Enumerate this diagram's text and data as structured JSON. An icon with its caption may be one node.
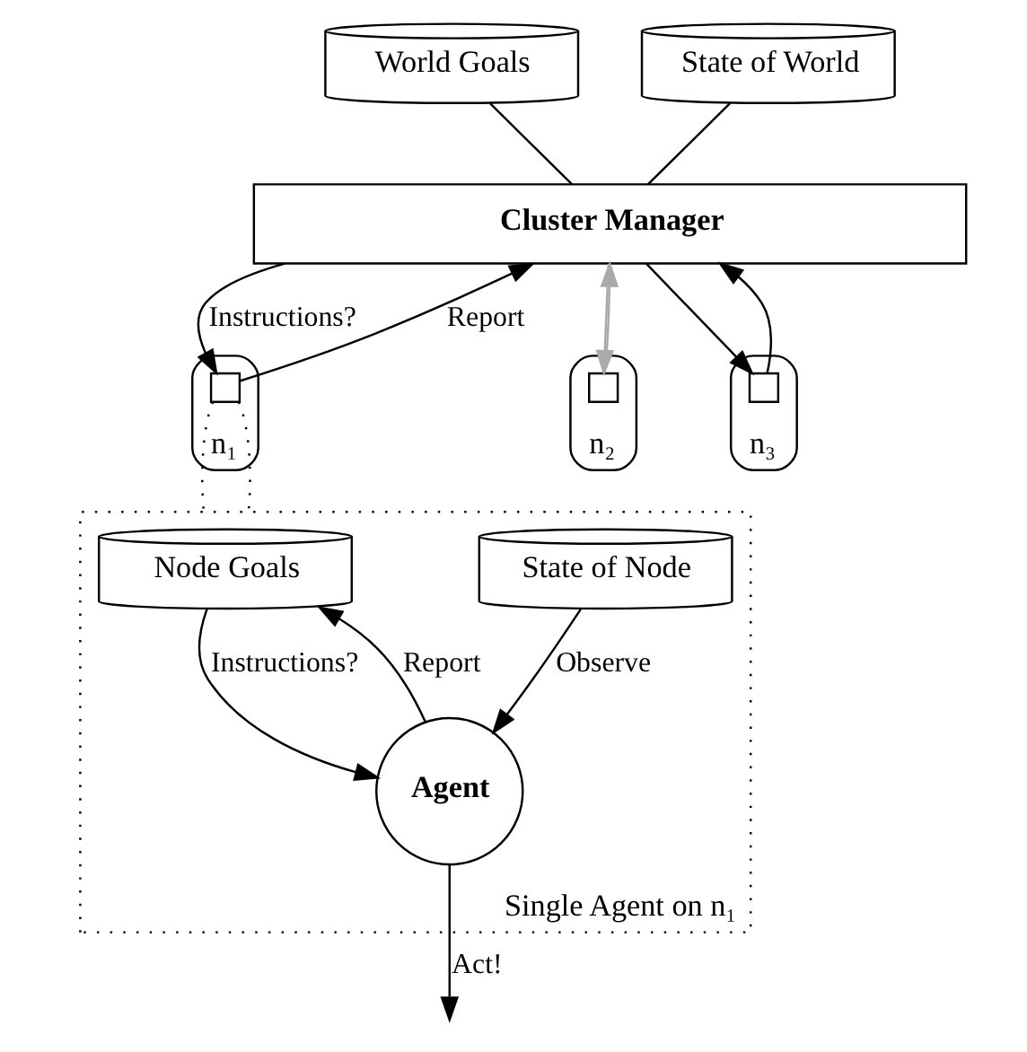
{
  "diagram": {
    "nodes": [
      {
        "text": [
          "World Goals"
        ]
      },
      {
        "text": [
          "State of World"
        ]
      },
      {
        "text": [
          "Cluster Manager"
        ]
      },
      {
        "text": [
          "n₁"
        ]
      },
      {
        "text": [],
        "shape": "box",
        "in": 3
      },
      {
        "text": [
          "n₂"
        ]
      },
      {
        "text": [],
        "shape": "box",
        "in": 5
      },
      {
        "text": [
          "n₃"
        ]
      },
      {
        "text": [],
        "shape": "box",
        "in": 7
      },
      {
        "text": [
          "Single Agent on n₁"
        ]
      },
      {
        "text": [
          "Node Goals"
        ],
        "in": 9
      },
      {
        "text": [
          "State of Node"
        ],
        "in": 9
      },
      {
        "text": [
          "Agent"
        ],
        "in": 9
      }
    ],
    "edges": [
      {
        "from": 0,
        "to": 2,
        "arrow": "none"
      },
      {
        "from": 1,
        "to": 2,
        "arrow": "none"
      },
      {
        "from": 4,
        "to": 2,
        "arrow": "to",
        "label": "Report"
      },
      {
        "from": 2,
        "to": 4,
        "arrow": "to",
        "label": "Instructions?"
      },
      {
        "from": 6,
        "to": 2,
        "arrow": "to",
        "color": "#aaaaaa"
      },
      {
        "from": 2,
        "to": 6,
        "arrow": "to",
        "color": "#aaaaaa"
      },
      {
        "from": 8,
        "to": 2,
        "arrow": "to"
      },
      {
        "from": 2,
        "to": 8,
        "arrow": "to"
      },
      {
        "from": 4,
        "to": 9,
        "arrow": "none",
        "style": "dashed"
      },
      {
        "from": 4,
        "to": 9,
        "arrow": "none",
        "style": "dashed"
      },
      {
        "from": 12,
        "to": 10,
        "arrow": "to",
        "label": "Report"
      },
      {
        "from": 10,
        "to": 12,
        "arrow": "to",
        "label": "Instructions?"
      },
      {
        "from": 11,
        "to": 12,
        "arrow": "to",
        "label": "Observe"
      },
      {
        "from": 12,
        "to": null,
        "arrow": "to",
        "label": "Act!"
      }
    ]
  }
}
